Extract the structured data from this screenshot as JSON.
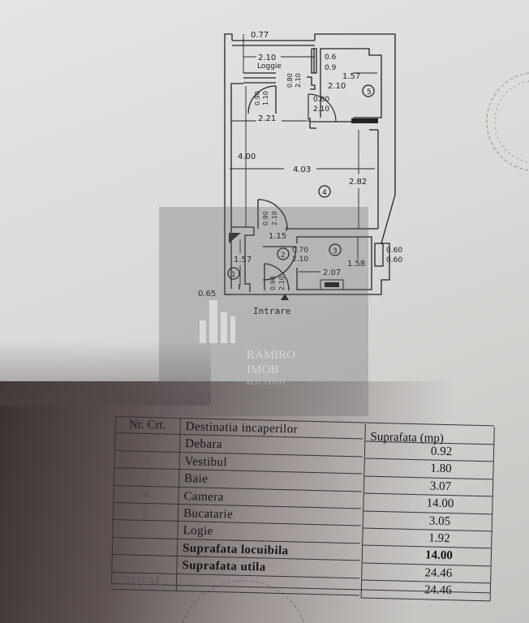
{
  "plan": {
    "dimensions": {
      "loggia_top": "0.77",
      "loggia_width": "2.10",
      "loggia_label": "Loggie",
      "loggia_window_top": "0.90",
      "loggia_window_bottom": "1.10",
      "loggia_door_top": "0.80",
      "loggia_door_bottom": "2.10",
      "kitchen_window_top": "0.6",
      "kitchen_window_bottom": "0.9",
      "kitchen_width": "1.57",
      "kitchen_depth": "2.10",
      "kitchen_door_top": "0.80",
      "kitchen_door_bottom": "2.10",
      "hall_width": "2.21",
      "room_length": "4.00",
      "room_width": "4.03",
      "room_depth": "2.82",
      "room_door_top": "0.90",
      "room_door_bottom": "2.10",
      "vestibule_width": "1.15",
      "bath_door_top": "0.70",
      "bath_door_bottom": "2.10",
      "storage_depth": "1.57",
      "bath_depth": "1.58",
      "bath_width": "2.07",
      "bath_window_top": "0.60",
      "bath_window_bottom": "0.60",
      "entry_door_top": "0.90",
      "entry_door_bottom": "2.10",
      "entry_offset": "0.65",
      "entry_label": "Intrare"
    },
    "room_numbers": [
      "1",
      "2",
      "3",
      "4",
      "5"
    ]
  },
  "watermark": {
    "line1": "RAMIRO",
    "line2": "IMOB",
    "line3": "REAL ESTATE"
  },
  "table": {
    "headers": {
      "nr": "Nr. Crt.",
      "name": "Destinatia incaperilor",
      "area": "Suprafata (mp)"
    },
    "rows": [
      {
        "nr": "1",
        "name": "Debara"
      },
      {
        "nr": "2",
        "name": "Vestibul"
      },
      {
        "nr": "3",
        "name": "Baie"
      },
      {
        "nr": "4",
        "name": "Camera"
      },
      {
        "nr": "5",
        "name": "Bucatarie"
      },
      {
        "nr": "",
        "name": "Logie"
      },
      {
        "nr": "",
        "name": "Suprafata locuibila"
      },
      {
        "nr": "",
        "name": "Suprafata utila"
      },
      {
        "nr": "TOTAL",
        "name": ""
      }
    ],
    "areas": [
      "0.92",
      "1.80",
      "3.07",
      "14.00",
      "3.05",
      "1.92",
      "14.00",
      "24.46",
      "24.46"
    ]
  }
}
